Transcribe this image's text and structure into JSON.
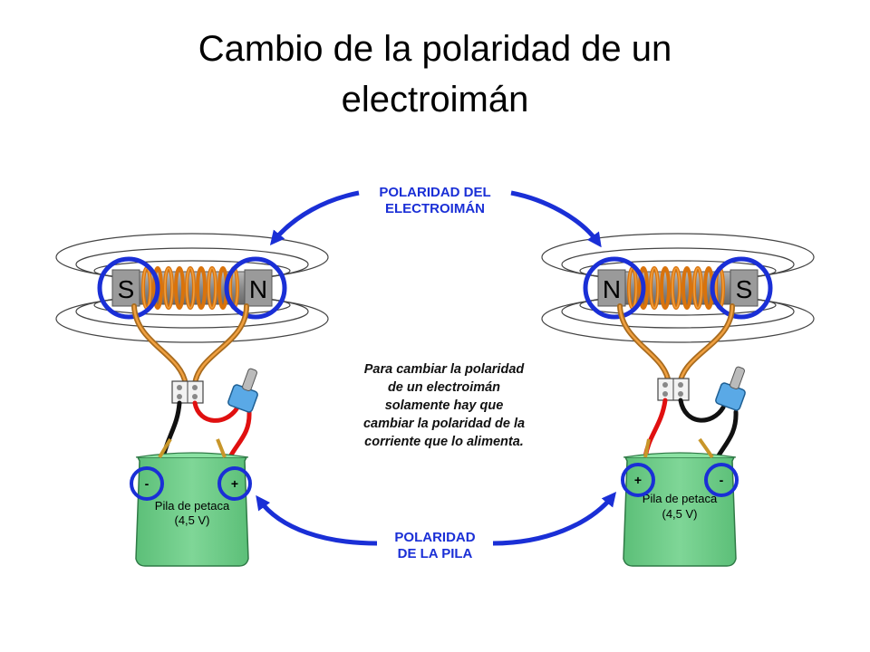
{
  "slide": {
    "title_line1": "Cambio de la polaridad de un",
    "title_line2": "electroimán"
  },
  "diagram": {
    "labels": {
      "electromagnet_polarity_line1": "POLARIDAD DEL",
      "electromagnet_polarity_line2": "ELECTROIMÁN",
      "battery_polarity_line1": "POLARIDAD",
      "battery_polarity_line2": "DE LA PILA"
    },
    "explanation": [
      "Para cambiar la polaridad",
      "de un electroimán",
      "solamente hay que",
      "cambiar la polaridad de la",
      "corriente que lo alimenta."
    ],
    "left": {
      "pole_left": "S",
      "pole_right": "N",
      "battery_line1": "Pila de petaca",
      "battery_line2": "(4,5 V)",
      "terminal_left": "-",
      "terminal_right": "+"
    },
    "right": {
      "pole_left": "N",
      "pole_right": "S",
      "battery_line1": "Pila de petaca",
      "battery_line2": "(4,5 V)",
      "terminal_left": "+",
      "terminal_right": "-"
    },
    "colors": {
      "highlight": "#1a2fd6",
      "coil": "#e07b10",
      "core": "#8a8a8a",
      "battery": "#6fce8a",
      "wire_positive": "#e01010",
      "wire_negative": "#111111",
      "switch": "#5aa9e6"
    }
  }
}
